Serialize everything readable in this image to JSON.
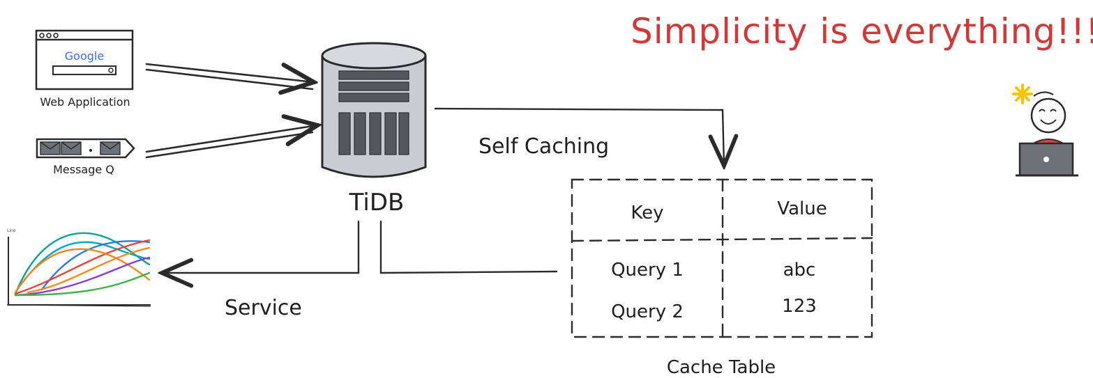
{
  "tagline": "Simplicity is everything!!!",
  "web_app": {
    "browser_logo": "Google",
    "label": "Web Application"
  },
  "message_queue": {
    "label": "Message Q"
  },
  "database": {
    "label": "TiDB"
  },
  "chart_thumbnail": {
    "axis_label": "Line",
    "series_colors": [
      "#0aa29a",
      "#2d7be0",
      "#f08a1c",
      "#e0453a",
      "#8a3ad6",
      "#3fb24b",
      "#00a7c2"
    ]
  },
  "edges": {
    "self_caching": "Self Caching",
    "service": "Service"
  },
  "cache_table": {
    "caption": "Cache Table",
    "headers": [
      "Key",
      "Value"
    ],
    "rows": [
      [
        "Query 1",
        "abc"
      ],
      [
        "Query 2",
        "123"
      ]
    ]
  },
  "colors": {
    "accent": "#d23838",
    "ink": "#2a2a2a",
    "db_fill": "#c9ccd3",
    "person_shirt": "#e2453f",
    "sparkle": "#f6c400"
  },
  "icons": [
    "browser-window-icon",
    "envelope-icon",
    "database-cylinder-icon",
    "line-chart-icon",
    "person-with-laptop-icon",
    "lightbulb-sparkle-icon"
  ]
}
